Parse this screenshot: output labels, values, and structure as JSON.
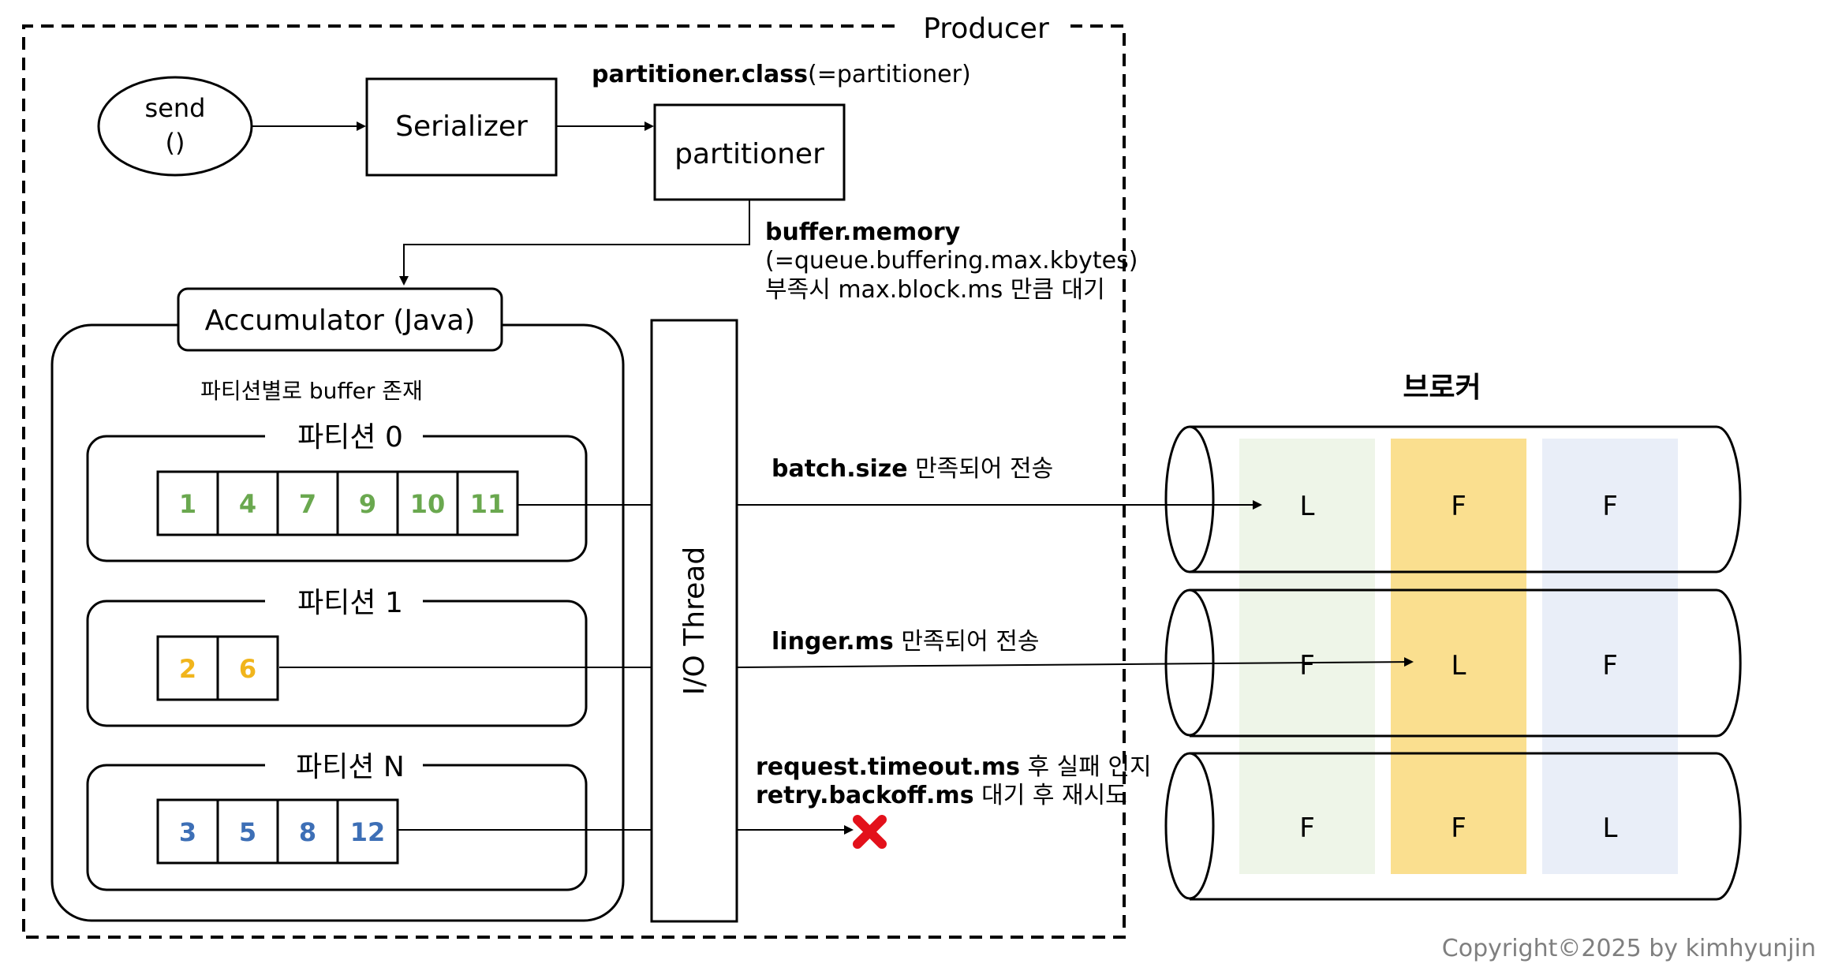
{
  "producer": {
    "title": "Producer"
  },
  "send": {
    "line1": "send",
    "line2": "()"
  },
  "serializer": {
    "label": "Serializer"
  },
  "partitioner": {
    "label": "partitioner",
    "config_key": "partitioner.class",
    "config_rest": "(=partitioner)"
  },
  "buffer_memory": {
    "key": "buffer.memory",
    "alias": "(=queue.buffering.max.kbytes)",
    "note": "부족시 max.block.ms 만큼 대기"
  },
  "accumulator": {
    "title": "Accumulator (Java)",
    "subtitle": "파티션별로 buffer 존재",
    "partitions": [
      {
        "name": "파티션 0",
        "color": "#6aa84f",
        "records": [
          "1",
          "4",
          "7",
          "9",
          "10",
          "11"
        ]
      },
      {
        "name": "파티션 1",
        "color": "#f1b51c",
        "records": [
          "2",
          "6"
        ]
      },
      {
        "name": "파티션 N",
        "color": "#3d6fb6",
        "records": [
          "3",
          "5",
          "8",
          "12"
        ]
      }
    ]
  },
  "io_thread": {
    "label": "I/O Thread"
  },
  "transfers": {
    "batch_key": "batch.size",
    "batch_rest": " 만족되어 전송",
    "linger_key": "linger.ms",
    "linger_rest": " 만족되어 전송",
    "timeout_key": "request.timeout.ms",
    "timeout_rest": " 후 실패 인지",
    "retry_key": "retry.backoff.ms",
    "retry_rest": " 대기 후 재시도",
    "fail_icon": "red-x-icon",
    "fail_color": "#e3111b"
  },
  "broker": {
    "title": "브로커",
    "column_colors": [
      "#eef5e8",
      "#fadf8f",
      "#e9eef8"
    ],
    "rows": [
      [
        "L",
        "F",
        "F"
      ],
      [
        "F",
        "L",
        "F"
      ],
      [
        "F",
        "F",
        "L"
      ]
    ]
  },
  "copyright": "Copyright©2025 by kimhyunjin"
}
